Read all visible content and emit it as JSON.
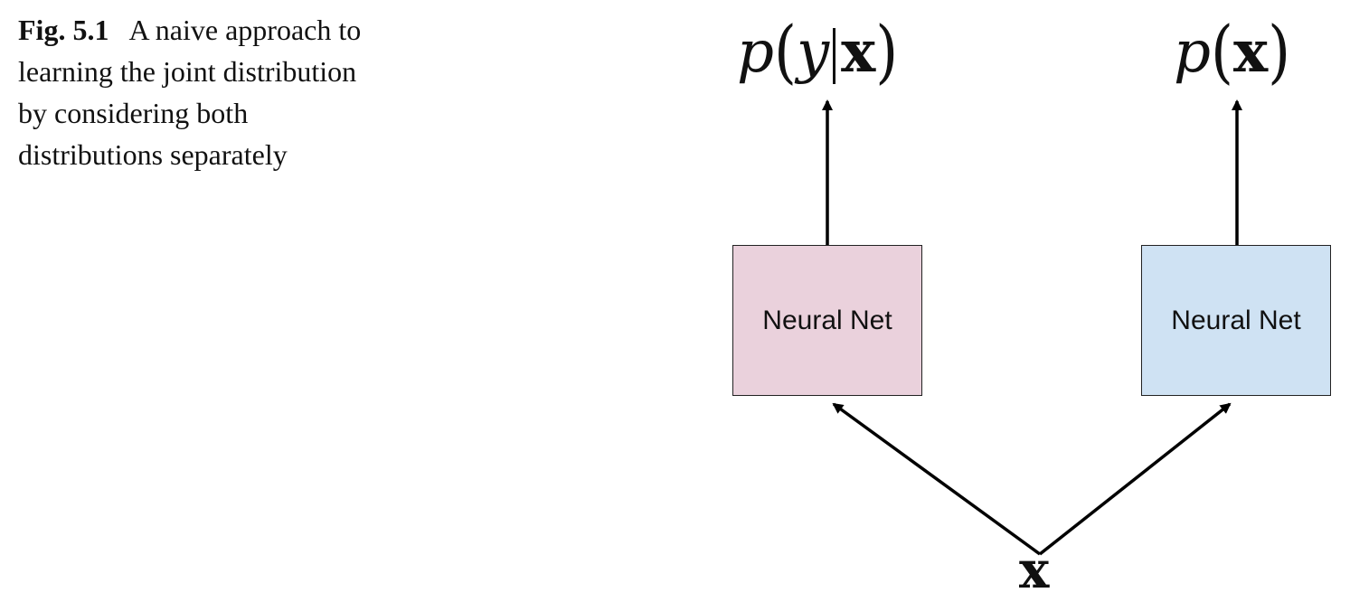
{
  "caption": {
    "label": "Fig. 5.1",
    "lines": [
      "A naive approach to",
      "learning the joint distribution",
      "by considering both",
      "distributions separately"
    ]
  },
  "diagram": {
    "left_box": {
      "label": "Neural Net",
      "fill": "#ead1dc"
    },
    "right_box": {
      "label": "Neural Net",
      "fill": "#cfe2f3"
    },
    "left_output": {
      "p": "p",
      "open": "(",
      "y": "y",
      "x": "x",
      "close": ")"
    },
    "right_output": {
      "p": "p",
      "open": "(",
      "x": "x",
      "close": ")"
    },
    "input": {
      "x": "x"
    }
  }
}
